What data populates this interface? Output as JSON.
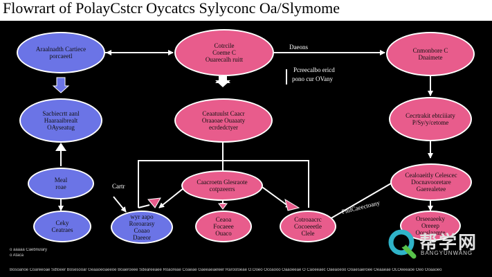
{
  "title": "Flowrart of PolayCstcr Oycatcs Sylyconc Oa/Slymome",
  "nodes": {
    "n1": {
      "lines": [
        "Araalnadth Cartiece",
        "porcaeetl"
      ]
    },
    "n2": {
      "lines": [
        "Cotrcile",
        "Coeme C",
        "Ouarecalh ruitt"
      ]
    },
    "n3": {
      "lines": [
        "Cnmonbore C",
        "Dnaimete"
      ]
    },
    "n4": {
      "lines": [
        "Sacbiecrtt aanl",
        "Haaraaibrealt",
        "OAyseatug"
      ]
    },
    "n5": {
      "lines": [
        "Ceaatuulst Caacr",
        "Oraaoae Ouaaaty",
        "ecrdedctyer"
      ]
    },
    "n6": {
      "lines": [
        "Cecrtrakit ebtciiiaty",
        "P/Sy/y/cetome"
      ]
    },
    "n7": {
      "lines": [
        "Meal",
        "roae"
      ]
    },
    "n8": {
      "lines": [
        "Caacroetn Glesraote",
        "cotpzeerrs"
      ]
    },
    "n9": {
      "lines": [
        "Cealoaeitly Celescec",
        "Docnavooretare",
        "Gaerealetee"
      ]
    },
    "n10": {
      "lines": [
        "Ceky",
        "Ceatraes"
      ]
    },
    "n11": {
      "lines": [
        "wyr aapo",
        "Roroarasy",
        "Coaao",
        "Daeeor"
      ]
    },
    "n12": {
      "lines": [
        "Ceaoa",
        "Focaeee",
        "Ouaco"
      ]
    },
    "n13": {
      "lines": [
        "Cotroaacrc",
        "Cocoeeetle",
        "Clele"
      ]
    },
    "n14": {
      "lines": [
        "Orseeaeeky",
        "Oreeep",
        "Oouslaamte"
      ]
    }
  },
  "notes": {
    "dasons": "Daeons",
    "persecalbo": "Pcreecalbo ericd",
    "pono": "pono cur OVany",
    "cartr": "Cartr",
    "pnlaic": "PnilCaeectoany"
  },
  "footer": {
    "small1": "o  aaaaa Caebnulary",
    "small2": "o  Ataca",
    "line": "Bosoanoe  Coareeoae  Sdtoeer  Bosesooar  Geaaoeoaeeoe  Boaeroeee  Sdeareeaee  Roaoreae  Coaeae  Gaeeaeaeleer  Rarostoeae O.Ooeo  Ocoaooo  Oaaoeeae  O  Caoeeaec  Oaeaoeoo  Ooaesaeroee  Oeaaeae  OLOeeeaoe  Oeo  Ooaaoeo"
  },
  "watermark": {
    "text": "帮学网",
    "sub": "BANGYUNWANG"
  },
  "colors": {
    "blue": "#6b74e6",
    "pink": "#e85c8c",
    "background": "#000000",
    "arrow": "#ffffff"
  }
}
